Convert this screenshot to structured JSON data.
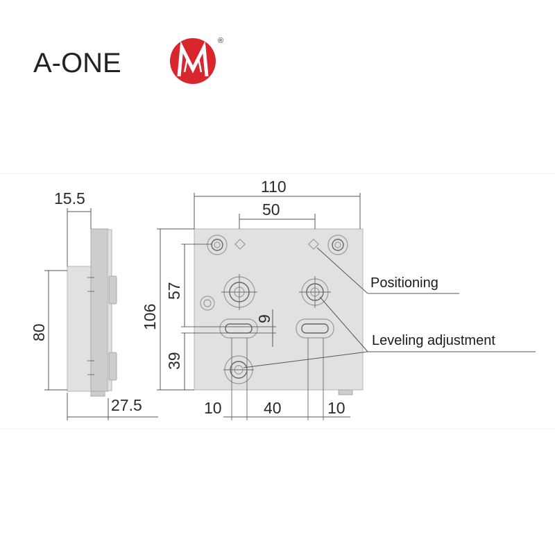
{
  "brand": {
    "name": "A-ONE",
    "registered": "®",
    "logo_color": "#d9262e"
  },
  "dimensions": {
    "side_thickness": "15.5",
    "side_height": "80",
    "side_depth": "27.5",
    "front_width": "110",
    "hole_spacing_top": "50",
    "front_height": "106",
    "upper_offset": "57",
    "lower_offset": "39",
    "slot_offset": "9",
    "bottom_left": "10",
    "bottom_middle": "40",
    "bottom_right": "10"
  },
  "callouts": {
    "positioning": "Positioning",
    "leveling": "Leveling adjustment"
  }
}
